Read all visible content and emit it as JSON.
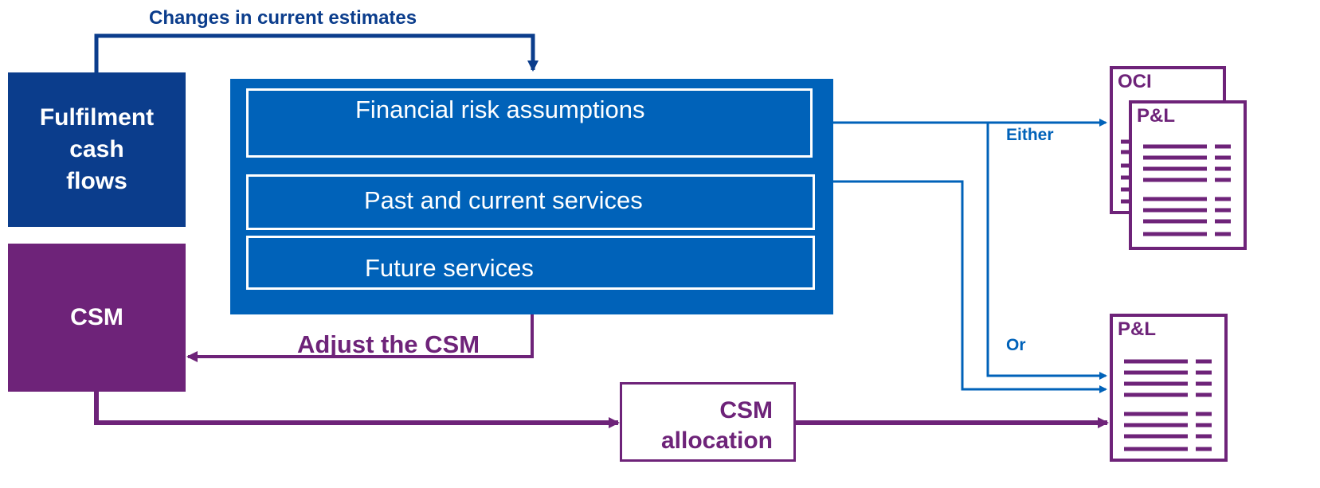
{
  "top_label": "Changes in current estimates",
  "fulfilment_box": "Fulfilment cash flows",
  "csm_box": "CSM",
  "panel": {
    "financial_risk": "Financial risk assumptions",
    "past_current": "Past and current services",
    "future": "Future services"
  },
  "adjust_label": "Adjust the CSM",
  "allocation_box": "CSM allocation",
  "either_label": "Either",
  "or_label": "Or",
  "statements": {
    "oci": "OCI",
    "pl_top": "P&L",
    "pl_bottom": "P&L"
  },
  "colors": {
    "navy": "#0b3d8c",
    "blue": "#0062b9",
    "purple": "#6e2379"
  }
}
